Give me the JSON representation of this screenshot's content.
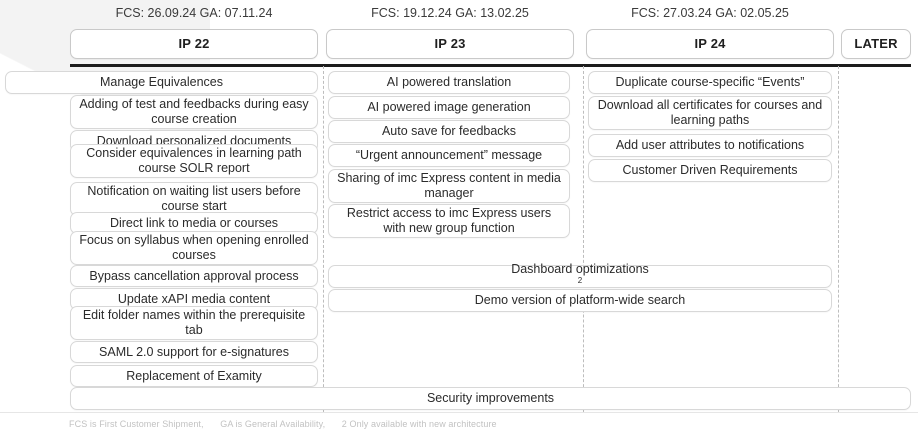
{
  "columns": [
    {
      "id": "ip22",
      "dates": "FCS: 26.09.24 GA: 07.11.24",
      "label": "IP 22",
      "items": [
        "Manage Equivalences",
        "Adding of test and feedbacks during easy course creation",
        "Download personalized documents",
        "Consider equivalences in learning path course SOLR report",
        "Notification on waiting list users before course start",
        "Direct link to media or courses",
        "Focus on syllabus when opening enrolled courses",
        "Bypass cancellation approval process",
        "Update xAPI media content",
        "Edit folder names within the prerequisite tab",
        "SAML 2.0 support for e-signatures",
        "Replacement of Examity"
      ]
    },
    {
      "id": "ip23",
      "dates": "FCS: 19.12.24 GA: 13.02.25",
      "label": "IP 23",
      "items": [
        "AI powered translation",
        "AI powered image generation",
        "Auto save for feedbacks",
        "“Urgent announcement” message",
        "Sharing of imc Express content in media manager",
        "Restrict access to imc Express users with new group function"
      ]
    },
    {
      "id": "ip24",
      "dates": "FCS: 27.03.24 GA: 02.05.25",
      "label": "IP 24",
      "items": [
        "Duplicate course-specific “Events”",
        "Download all certificates for courses and learning paths",
        "Add user attributes to notifications",
        "Customer Driven Requirements"
      ]
    },
    {
      "id": "later",
      "dates": "",
      "label": "LATER",
      "items": []
    }
  ],
  "spanning_items": {
    "dashboard": "Dashboard optimizations",
    "dashboard_footnote_marker": "2",
    "demo_search": "Demo version of platform-wide search",
    "security": "Security improvements"
  },
  "footnote": {
    "fcs": "FCS is First Customer Shipment,",
    "ga": "GA is General Availability,",
    "note2": "2 Only available with new architecture"
  },
  "colors": {
    "rule": "#1c1c1c",
    "card_border": "#d8d8d8",
    "separator": "#bdbdbd",
    "footnote_text": "#c2c2c2"
  }
}
